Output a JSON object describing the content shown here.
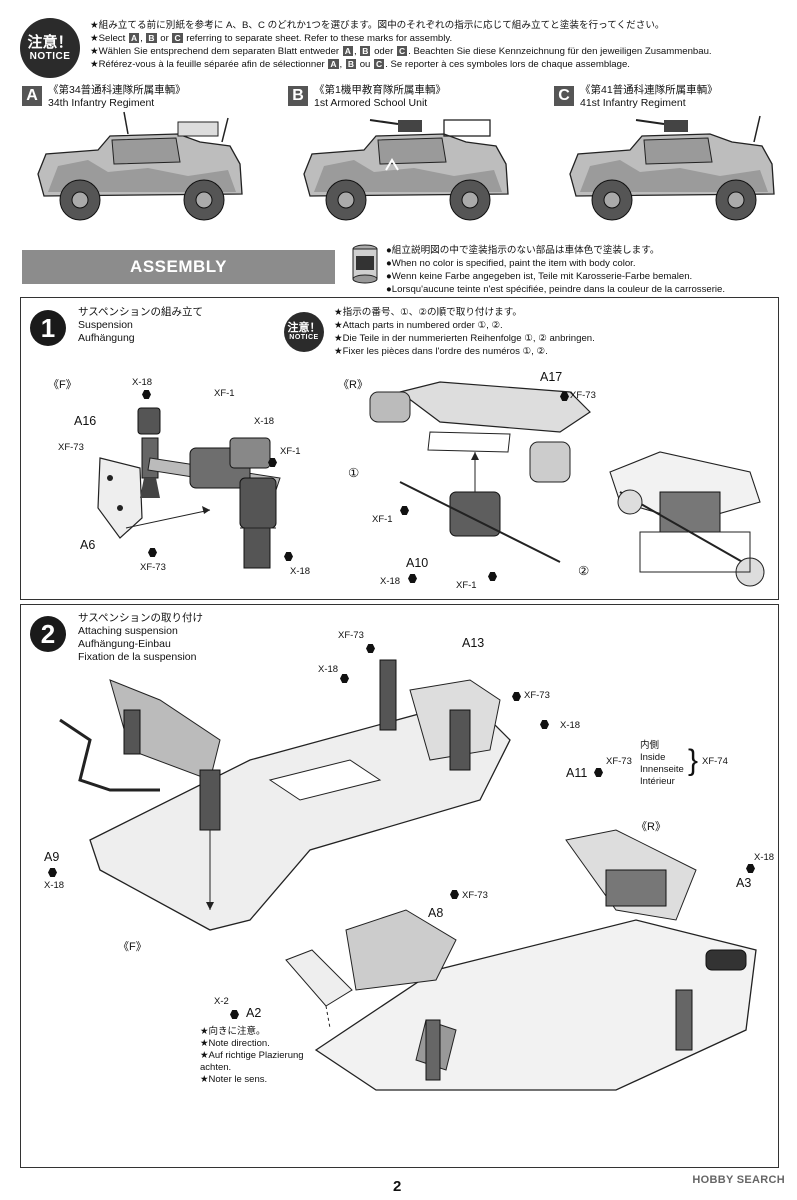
{
  "notice": {
    "badge_jp": "注意！",
    "badge_en": "NOTICE",
    "line_jp": "★組み立てる前に別紙を参考に A、B、C のどれか1つを選びます。図中のそれぞれの指示に応じて組み立てと塗装を行ってください。",
    "line_en_pre": "★Select",
    "line_en_post": "referring to separate sheet. Refer to these marks for assembly.",
    "line_de_pre": "★Wählen Sie entsprechend dem separaten Blatt entweder",
    "line_de_post": ". Beachten Sie diese Kennzeichnung für den jeweiligen Zusammenbau.",
    "line_fr_pre": "★Référez-vous à la feuille séparée afin de sélectionner",
    "line_fr_post": ". Se reporter à ces symboles lors de chaque assemblage.",
    "chip_a": "A",
    "chip_b": "B",
    "chip_c": "C",
    "comma": ",",
    "or_en": "or",
    "oder_de": "oder",
    "ou_fr": "ou"
  },
  "variants": [
    {
      "letter": "A",
      "name_jp": "《第34普通科連隊所属車輌》",
      "name_en": "34th Infantry Regiment"
    },
    {
      "letter": "B",
      "name_jp": "《第1機甲教育隊所属車輌》",
      "name_en": "1st Armored School Unit"
    },
    {
      "letter": "C",
      "name_jp": "《第41普通科連隊所属車輌》",
      "name_en": "41st Infantry Regiment"
    }
  ],
  "assembly": {
    "bar_label": "ASSEMBLY",
    "paint_jp": "●組立説明図の中で塗装指示のない部品は車体色で塗装します。",
    "paint_en": "●When no color is specified, paint the item with body color.",
    "paint_de": "●Wenn keine Farbe angegeben ist, Teile mit Karosserie-Farbe bemalen.",
    "paint_fr": "●Lorsqu'aucune teinte n'est spécifiée, peindre dans la couleur de la carrosserie."
  },
  "step1": {
    "num": "1",
    "title_jp": "サスペンションの組み立て",
    "title_en": "Suspension",
    "title_de": "Aufhängung",
    "notice_jp": "★指示の番号、①、②の順で取り付けます。",
    "notice_en": "★Attach parts in numbered order ①, ②.",
    "notice_de": "★Die Teile in der nummerierten Reihenfolge ①, ② anbringen.",
    "notice_fr": "★Fixer les pièces dans l'ordre des numéros ①, ②.",
    "front_tag": "《F》",
    "rear_tag": "《R》",
    "labels": {
      "x18_a": "X-18",
      "xf1_a": "XF-1",
      "a16": "A16",
      "xf73_a": "XF-73",
      "x18_b": "X-18",
      "xf1_b": "XF-1",
      "a6": "A6",
      "xf73_b": "XF-73",
      "x18_c": "X-18",
      "a17": "A17",
      "xf73_c": "XF-73",
      "n1": "①",
      "xf1_c": "XF-1",
      "a10": "A10",
      "x18_d": "X-18",
      "xf1_d": "XF-1",
      "n2": "②"
    }
  },
  "step2": {
    "num": "2",
    "title_jp": "サスペンションの取り付け",
    "title_en": "Attaching suspension",
    "title_de": "Aufhängung-Einbau",
    "title_fr": "Fixation de la suspension",
    "labels": {
      "xf73_a": "XF-73",
      "a13": "A13",
      "x18_a": "X-18",
      "xf73_b": "XF-73",
      "x18_b": "X-18",
      "a11": "A11",
      "xf73_c": "XF-73",
      "inside_jp": "内側",
      "inside_en": "Inside",
      "inside_de": "Innenseite",
      "inside_fr": "Intérieur",
      "xf74": "XF-74",
      "a9": "A9",
      "x18_c": "X-18",
      "front_tag": "《F》",
      "rear_tag": "《R》",
      "x18_d": "X-18",
      "a3": "A3",
      "xf73_d": "XF-73",
      "a8": "A8",
      "x2": "X-2",
      "a2": "A2",
      "note_jp": "★向きに注意。",
      "note_en": "★Note direction.",
      "note_de1": "★Auf richtige Plazierung",
      "note_de2": "achten.",
      "note_fr": "★Noter le sens."
    }
  },
  "page_number": "2",
  "watermark": "HOBBY SEARCH"
}
